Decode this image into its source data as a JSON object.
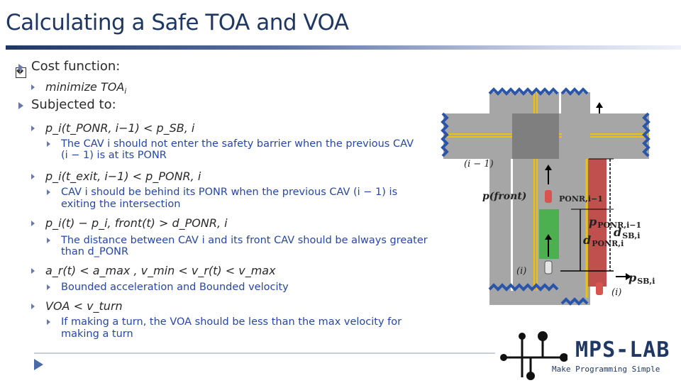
{
  "slide": {
    "title": "Calculating a Safe TOA and VOA",
    "box_glyph": "�"
  },
  "content": {
    "cost_function": "Cost function:",
    "minimize": "minimize TOA",
    "minimize_sub": "i",
    "subjected": "Subjected to:",
    "c1_eq": "p_i(t_PONR, i−1) < p_SB, i",
    "c1_desc_a": "The CAV i should not enter the safety barrier when the previous CAV",
    "c1_desc_b": "(i − 1) is at its PONR",
    "c2_eq": "p_i(t_exit, i−1) < p_PONR, i",
    "c2_desc_a": "CAV i should be behind its PONR when the previous CAV (i − 1) is",
    "c2_desc_b": "exiting the intersection",
    "c3_eq": "p_i(t) − p_i, front(t) > d_PONR, i",
    "c3_desc_a": "The distance between CAV i and its front CAV should be always greater",
    "c3_desc_b": "than d_PONR",
    "c4_eq": "a_r(t) < a_max  ,   v_min < v_r(t) < v_max",
    "c4_desc": "Bounded acceleration and Bounded velocity",
    "c5_eq": "VOA < v_turn",
    "c5_desc_a": "If making a turn, the VOA should be less than the max velocity for",
    "c5_desc_b": "making a turn"
  },
  "diagram": {
    "label_prev": "(i − 1)",
    "label_front": "p(front)",
    "label_ponr_prev_small": "PONR,i−1",
    "label_ponr_prev": "p",
    "label_ponr_prev_sub": "PONR,i−1",
    "label_dsb": "d",
    "label_dsb_sub": "SB,i",
    "label_dponr": "d",
    "label_dponr_sub": "PONR,i",
    "label_i_left": "(i)",
    "label_psb": "p",
    "label_psb_sub": "SB,i",
    "label_i_right": "(i)",
    "colors": {
      "road": "#a6a6a6",
      "intersection": "#7f7f7f",
      "lane_line": "#f2c200",
      "barrier": "#2b55a8",
      "safety_zone": "#c0504d",
      "ponr_zone": "#4caf50"
    }
  },
  "logo": {
    "name": "MPS-LAB",
    "tagline": "Make Programming Simple"
  }
}
